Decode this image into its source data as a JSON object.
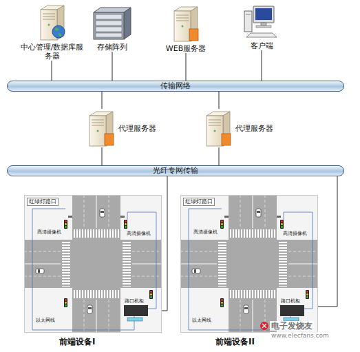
{
  "diagram": {
    "nodes": [
      {
        "text": [
          "中心管理/数据库服务器"
        ]
      },
      {
        "text": [
          "存储阵列"
        ]
      },
      {
        "text": [
          "WEB服务器"
        ]
      },
      {
        "text": [
          "客户端"
        ]
      },
      {
        "text": [
          "传输网络"
        ]
      },
      {
        "text": [
          "代理服务器"
        ]
      },
      {
        "text": [
          "代理服务器"
        ]
      },
      {
        "text": [
          "光纤专网传输"
        ]
      },
      {
        "text": [
          "红绿灯路口",
          "前端设备I"
        ]
      },
      {
        "text": [
          "红绿灯路口",
          "前端设备II"
        ]
      }
    ],
    "edges": [
      {
        "from": 0,
        "to": 4,
        "arrow": "none"
      },
      {
        "from": 1,
        "to": 4,
        "arrow": "none"
      },
      {
        "from": 2,
        "to": 4,
        "arrow": "none"
      },
      {
        "from": 3,
        "to": 4,
        "arrow": "none"
      },
      {
        "from": 4,
        "to": 5,
        "arrow": "none"
      },
      {
        "from": 4,
        "to": 6,
        "arrow": "none"
      },
      {
        "from": 5,
        "to": 7,
        "arrow": "none"
      },
      {
        "from": 6,
        "to": 7,
        "arrow": "none"
      },
      {
        "from": 7,
        "to": 8,
        "arrow": "none"
      },
      {
        "from": 7,
        "to": 9,
        "arrow": "none"
      }
    ],
    "labels": [
      "高清摄像机",
      "高清摄像机",
      "路口机柜",
      "以太网线",
      "高清摄像机",
      "高清摄像机",
      "路口机柜",
      "以太网线",
      "电子发烧友",
      "www.elecfans.com"
    ]
  }
}
